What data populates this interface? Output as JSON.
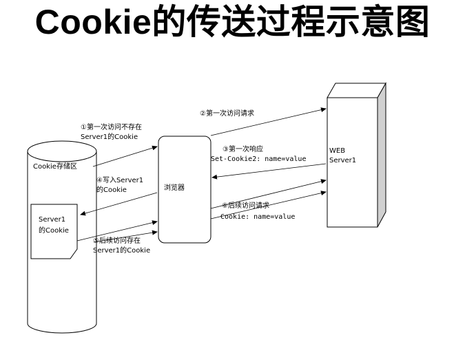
{
  "title": "Cookie的传送过程示意图",
  "nodes": {
    "cookie_store": "Cookie存储区",
    "server1_cookie": [
      "Server1",
      "的Cookie"
    ],
    "browser": "浏览器",
    "web_server": [
      "WEB",
      "Server1"
    ]
  },
  "steps": {
    "step1": [
      "①第一次访问不存在",
      "Server1的Cookie"
    ],
    "step2": "②第一次访问请求",
    "step3": [
      "③第一次响应",
      "Set-Cookie2: name=value"
    ],
    "step4": [
      "④写入Server1",
      "的Cookie"
    ],
    "step5": [
      "⑤后续访问存在",
      "Server1的Cookie"
    ],
    "step6": [
      "⑥后续访问请求",
      "Cookie: name=value"
    ]
  }
}
